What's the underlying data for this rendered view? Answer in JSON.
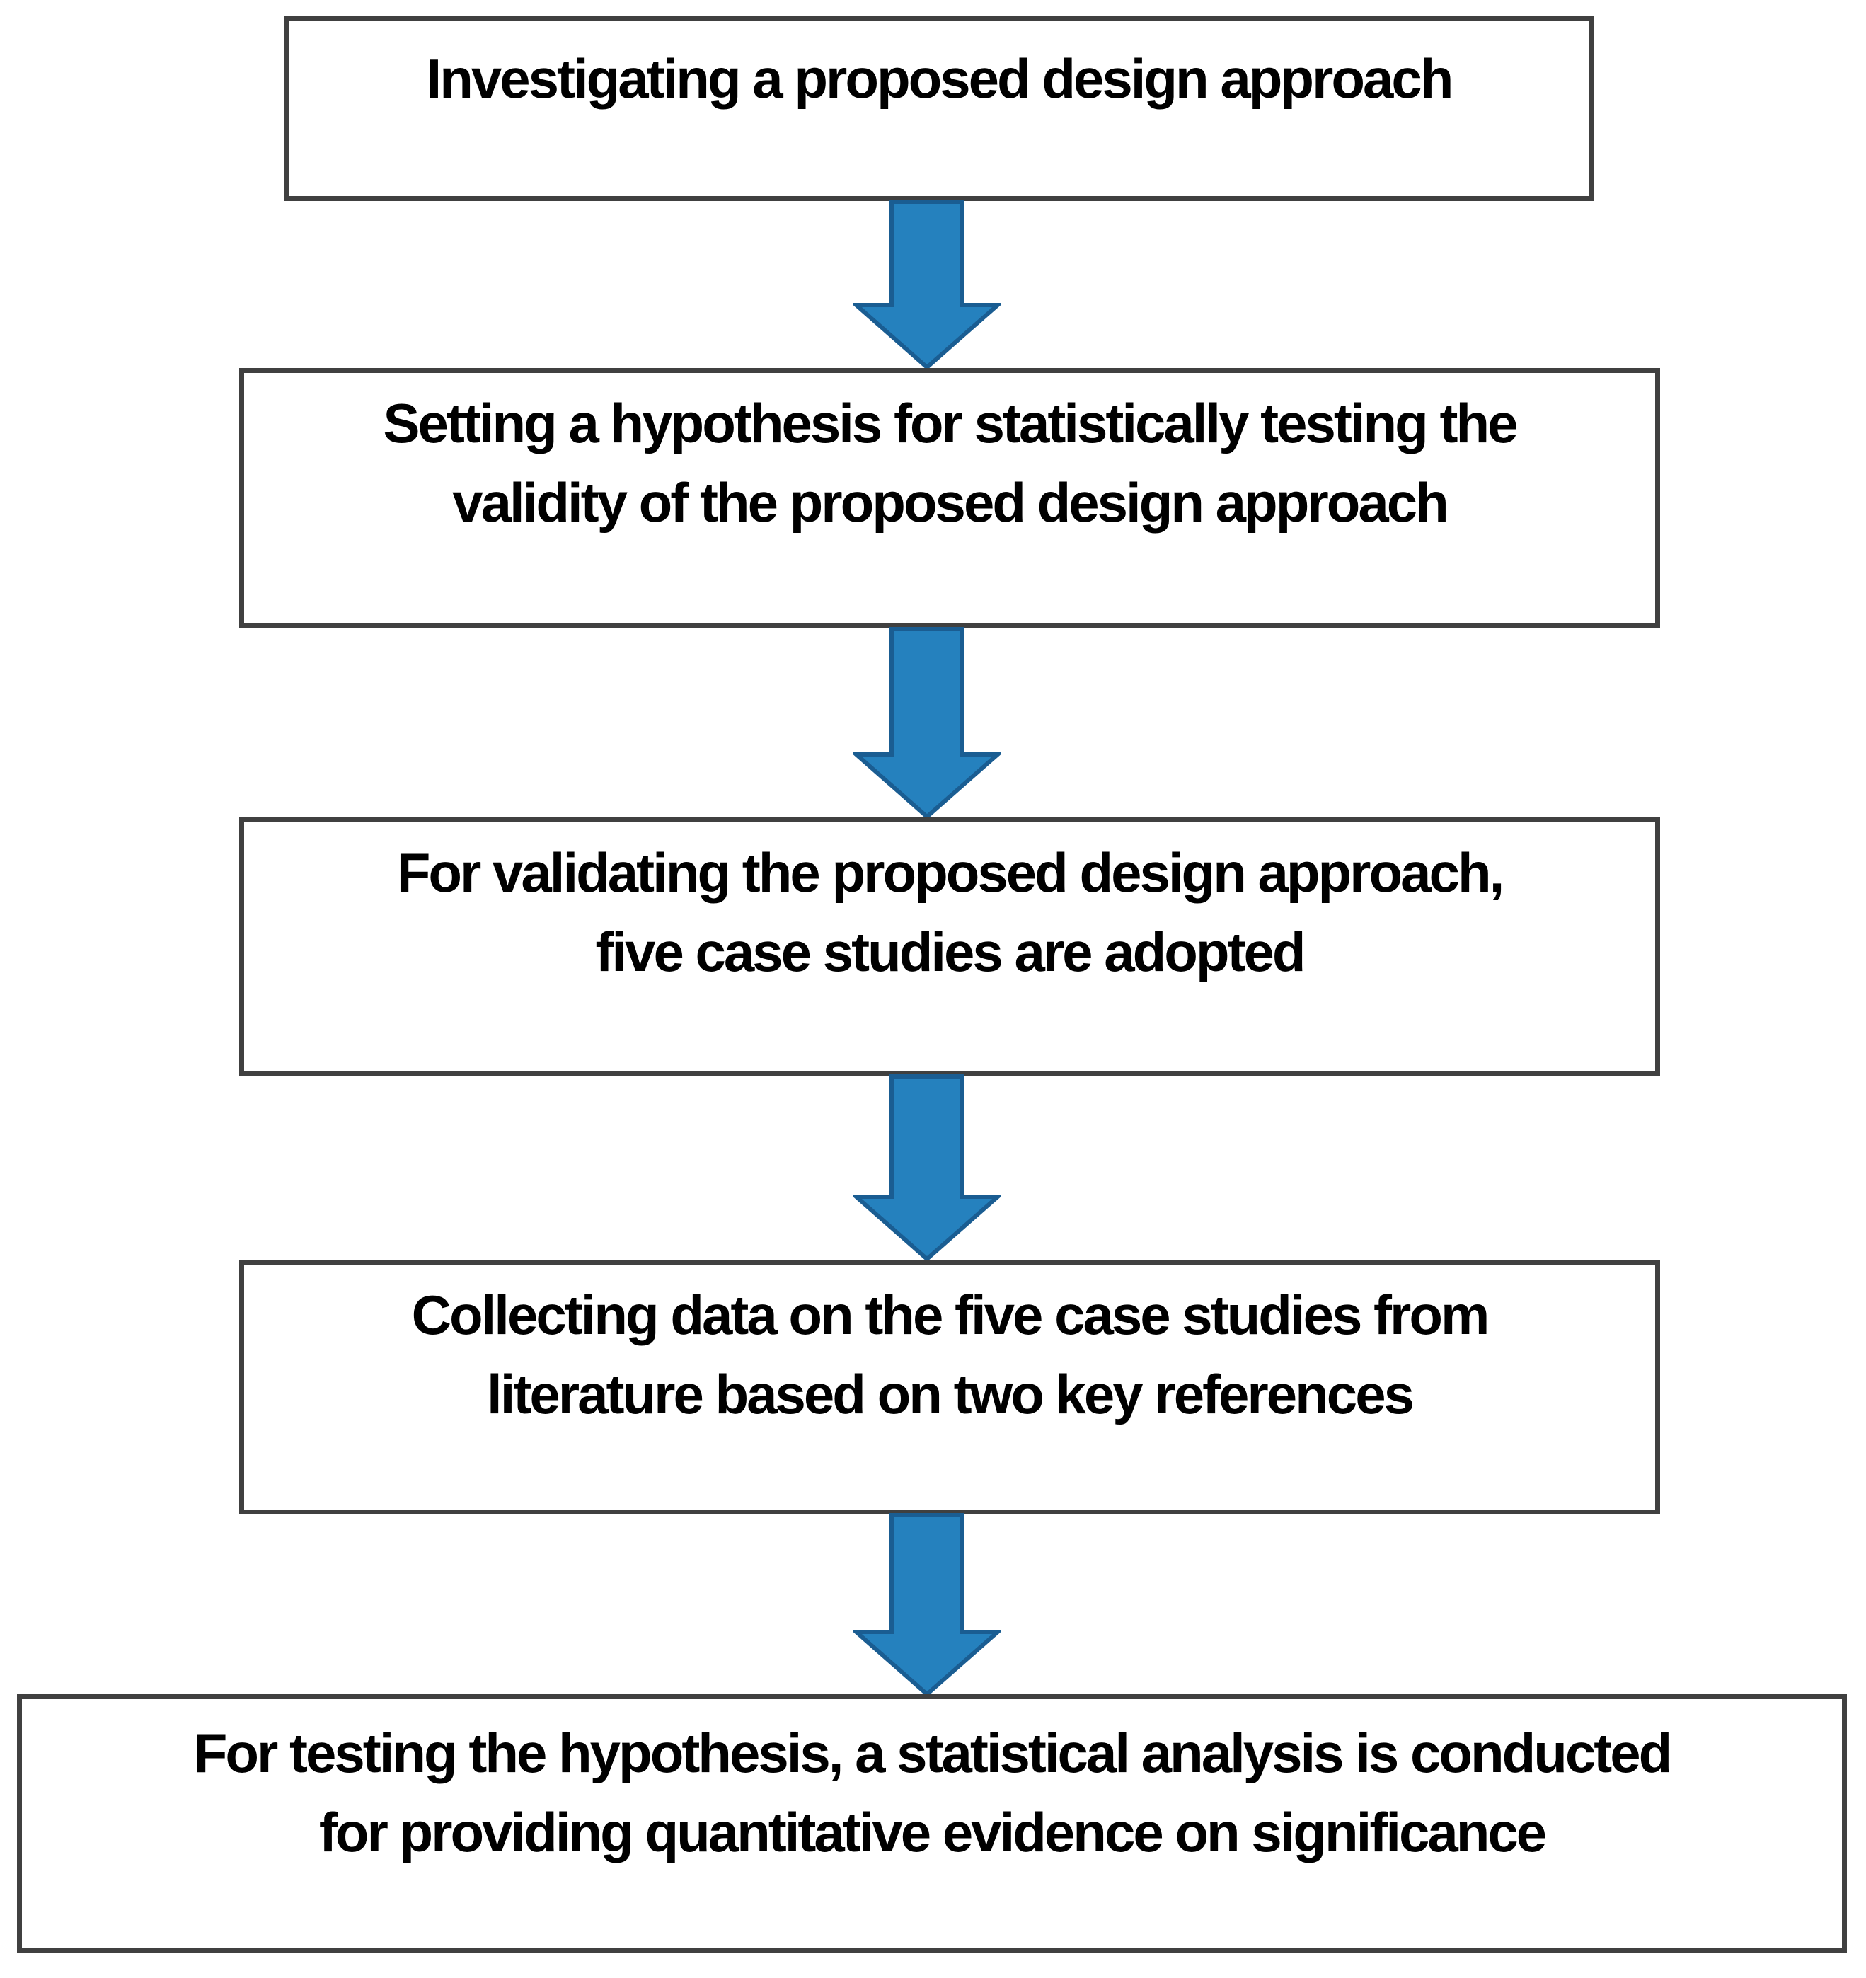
{
  "diagram": {
    "type": "flowchart",
    "colors": {
      "page_background": "#ffffff",
      "box_background": "#ffffff",
      "box_border": "#404040",
      "text_color": "#000000",
      "arrow_fill": "#2581be",
      "arrow_stroke": "#1a5d92"
    },
    "connector_icon": "down-block-arrow",
    "steps": [
      {
        "name": "step-1",
        "lines": [
          "Investigating a proposed design approach"
        ]
      },
      {
        "name": "step-2",
        "lines": [
          "Setting a hypothesis for statistically testing the",
          "validity of the proposed design approach"
        ]
      },
      {
        "name": "step-3",
        "lines": [
          "For validating the proposed design approach,",
          "five case studies are adopted"
        ]
      },
      {
        "name": "step-4",
        "lines": [
          "Collecting data on the five case studies from",
          "literature based on two key references"
        ]
      },
      {
        "name": "step-5",
        "lines": [
          "For testing the hypothesis, a statistical analysis is conducted",
          "for providing quantitative evidence on significance"
        ]
      }
    ]
  }
}
